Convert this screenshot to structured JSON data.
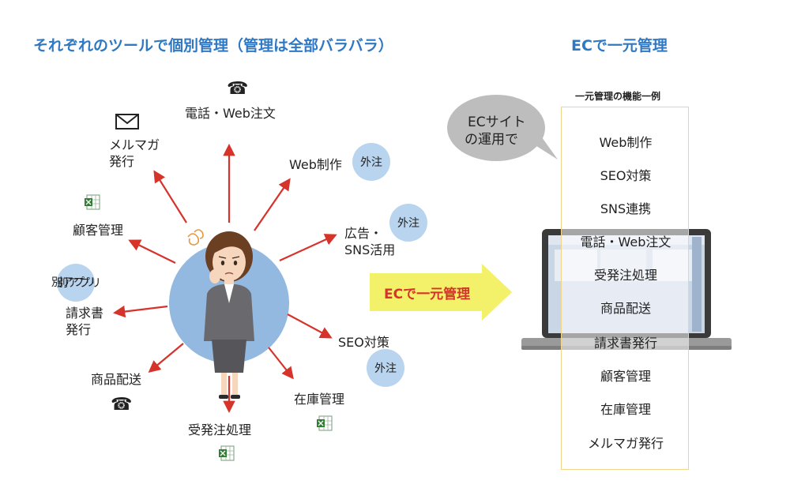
{
  "headings": {
    "left": "それぞれのツールで個別管理（管理は全部バラバラ）",
    "right": "ECで一元管理"
  },
  "nodes": {
    "phone_web": "電話・Web注文",
    "mail_1": "メルマガ",
    "mail_2": "発行",
    "web": "Web制作",
    "customer": "顧客管理",
    "ad_1": "広告・",
    "ad_2": "SNS活用",
    "invoice_1": "請求書",
    "invoice_2": "発行",
    "seo": "SEO対策",
    "delivery": "商品配送",
    "stock": "在庫管理",
    "order": "受発注処理"
  },
  "bubbles": {
    "outsource_web": "外注",
    "outsource_ad": "外注",
    "outsource_seo": "外注",
    "separate_app": "別アプリ"
  },
  "arrow_label": "ECで一元管理",
  "speech": {
    "line1": "ECサイト",
    "line2": "の運用で"
  },
  "list": {
    "caption": "一元管理の機能一例",
    "items": [
      "Web制作",
      "SEO対策",
      "SNS連携",
      "電話・Web注文",
      "受発注処理",
      "商品配送",
      "請求書発行",
      "顧客管理",
      "在庫管理",
      "メルマガ発行"
    ]
  },
  "colors": {
    "heading_blue": "#2f78c4",
    "arrow_red": "#d6332b",
    "circle_blue": "#93b9e0",
    "bubble_blue": "#b9d4ee",
    "yellow_arrow": "#f3f06a",
    "label_red": "#d6332b",
    "speech_gray": "#bdbdbd",
    "list_border": "#f0d58a"
  }
}
